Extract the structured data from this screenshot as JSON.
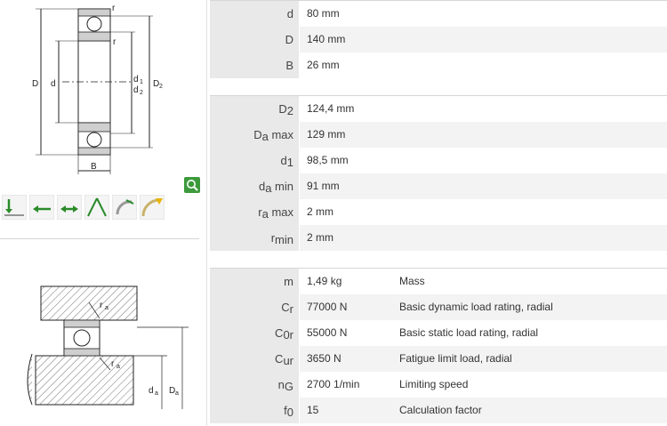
{
  "drawing_top": {
    "labels": {
      "r1": "r",
      "r2": "r",
      "D": "D",
      "d": "d",
      "d1": "d",
      "d1_sub": "1",
      "d2": "d",
      "d2_sub": "2",
      "D2": "D",
      "D2_sub": "2",
      "B": "B"
    }
  },
  "drawing_bottom": {
    "labels": {
      "ra1": "r",
      "ra1_sub": "a",
      "ra2": "r",
      "ra2_sub": "a",
      "da": "d",
      "da_sub": "a",
      "Da": "D",
      "Da_sub": "a"
    }
  },
  "icons": [
    "radial-load-icon",
    "axial-load-left-icon",
    "axial-load-both-icon",
    "contact-angle-icon",
    "rotation-icon",
    "speed-icon"
  ],
  "zoom_icon": "magnifier-zoom-icon",
  "colors": {
    "label_bg": "#e9e9e9",
    "row_grey": "#f3f3f3",
    "accent_green": "#3c9a3c"
  },
  "tables": [
    {
      "rows": [
        {
          "label": "d",
          "sub": "",
          "suffix": "",
          "value": "80  mm",
          "desc": ""
        },
        {
          "label": "D",
          "sub": "",
          "suffix": "",
          "value": "140  mm",
          "desc": ""
        },
        {
          "label": "B",
          "sub": "",
          "suffix": "",
          "value": "26  mm",
          "desc": ""
        }
      ]
    },
    {
      "rows": [
        {
          "label": "D",
          "sub": "2",
          "suffix": "",
          "value": "124,4  mm",
          "desc": ""
        },
        {
          "label": "D",
          "sub": "a",
          "suffix": " max",
          "value": "129  mm",
          "desc": ""
        },
        {
          "label": "d",
          "sub": "1",
          "suffix": "",
          "value": "98,5  mm",
          "desc": ""
        },
        {
          "label": "d",
          "sub": "a",
          "suffix": " min",
          "value": "91  mm",
          "desc": ""
        },
        {
          "label": "r",
          "sub": "a",
          "suffix": " max",
          "value": "2  mm",
          "desc": ""
        },
        {
          "label": "r",
          "sub": "min",
          "suffix": "",
          "value": "2  mm",
          "desc": ""
        }
      ]
    },
    {
      "rows": [
        {
          "label": "m",
          "sub": "",
          "suffix": "",
          "value": "1,49  kg",
          "desc": "Mass"
        },
        {
          "label": "C",
          "sub": "r",
          "suffix": "",
          "value": "77000  N",
          "desc": "Basic dynamic load rating, radial"
        },
        {
          "label": "C",
          "sub": "0r",
          "suffix": "",
          "value": "55000  N",
          "desc": "Basic static load rating, radial"
        },
        {
          "label": "C",
          "sub": "ur",
          "suffix": "",
          "value": "3650  N",
          "desc": "Fatigue limit load, radial"
        },
        {
          "label": "n",
          "sub": "G",
          "suffix": "",
          "value": "2700  1/min",
          "desc": "Limiting speed"
        },
        {
          "label": "f",
          "sub": "0",
          "suffix": "",
          "value": "15",
          "desc": "Calculation factor"
        }
      ]
    }
  ]
}
